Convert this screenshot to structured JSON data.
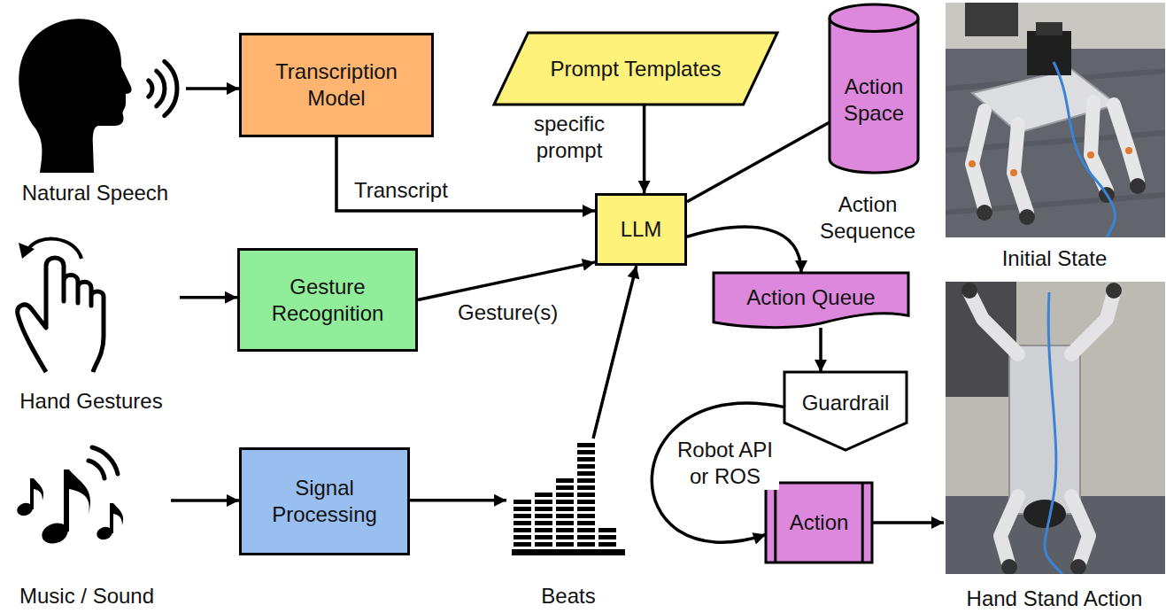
{
  "diagram": {
    "nodes": [
      {
        "text": [
          "Natural Speech"
        ]
      },
      {
        "text": [
          "Transcription Model"
        ]
      },
      {
        "text": [
          "Prompt Templates"
        ]
      },
      {
        "text": [
          "Action Space"
        ]
      },
      {
        "text": [
          "Initial State"
        ]
      },
      {
        "text": [
          "LLM"
        ]
      },
      {
        "text": [
          "Hand Gestures"
        ]
      },
      {
        "text": [
          "Gesture Recognition"
        ]
      },
      {
        "text": [
          "Action Queue"
        ]
      },
      {
        "text": [
          "Guardrail"
        ]
      },
      {
        "text": [
          "Hand Stand Action"
        ]
      },
      {
        "text": [
          "Music / Sound"
        ]
      },
      {
        "text": [
          "Signal Processing"
        ]
      },
      {
        "text": [
          "Beats"
        ]
      },
      {
        "text": [
          "Action"
        ]
      }
    ],
    "edges": [
      {
        "from": 0,
        "to": 1,
        "arrow": "to"
      },
      {
        "from": 1,
        "to": 5,
        "label": "Transcript",
        "arrow": "to"
      },
      {
        "from": 2,
        "to": 5,
        "label": "specific prompt",
        "arrow": "to"
      },
      {
        "from": 5,
        "to": 3,
        "arrow": "none"
      },
      {
        "from": 5,
        "to": 8,
        "label": "Action Sequence",
        "arrow": "to"
      },
      {
        "from": 6,
        "to": 7,
        "arrow": "to"
      },
      {
        "from": 7,
        "to": 5,
        "label": "Gesture(s)",
        "arrow": "to"
      },
      {
        "from": 8,
        "to": 9,
        "arrow": "to"
      },
      {
        "from": 9,
        "to": 14,
        "label": "Robot API or ROS",
        "arrow": "to"
      },
      {
        "from": 11,
        "to": 12,
        "arrow": "to"
      },
      {
        "from": 12,
        "to": 13,
        "arrow": "to"
      },
      {
        "from": 13,
        "to": 5,
        "arrow": "to"
      },
      {
        "from": 14,
        "to": 10,
        "arrow": "to"
      }
    ]
  }
}
